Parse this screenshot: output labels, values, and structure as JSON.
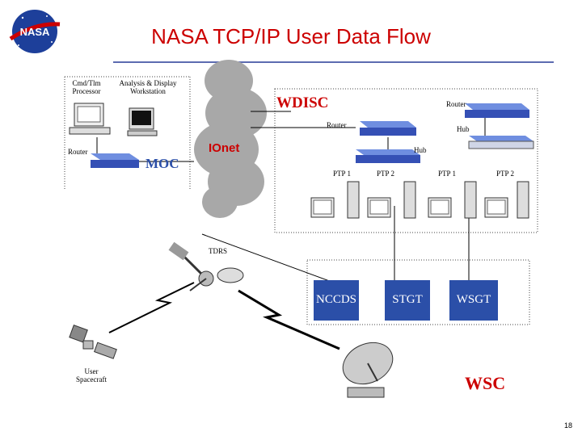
{
  "slide": {
    "title": "NASA TCP/IP User Data Flow",
    "page_number": "18",
    "logo_text": "NASA"
  },
  "labels": {
    "cmd_tlm": "Cmd/Tlm Processor",
    "analysis": "Analysis & Display Workstation",
    "router_moc": "Router",
    "moc": "MOC",
    "ionet": "IOnet",
    "wdisc": "WDISC",
    "router_wdisc_left": "Router",
    "router_wdisc_right": "Router",
    "hub_right": "Hub",
    "hub_left": "Hub",
    "ptp1_a": "PTP 1",
    "ptp2_a": "PTP 2",
    "ptp1_b": "PTP 1",
    "ptp2_b": "PTP 2",
    "tdrs": "TDRS",
    "nccds": "NCCDS",
    "stgt": "STGT",
    "wsgt": "WSGT",
    "user_spacecraft": "User Spacecraft",
    "wsc": "WSC"
  },
  "colors": {
    "title": "#cc0000",
    "station_box": "#2b4fa8",
    "cloud": "#a8a8a8",
    "router": "#4a6fd0"
  }
}
